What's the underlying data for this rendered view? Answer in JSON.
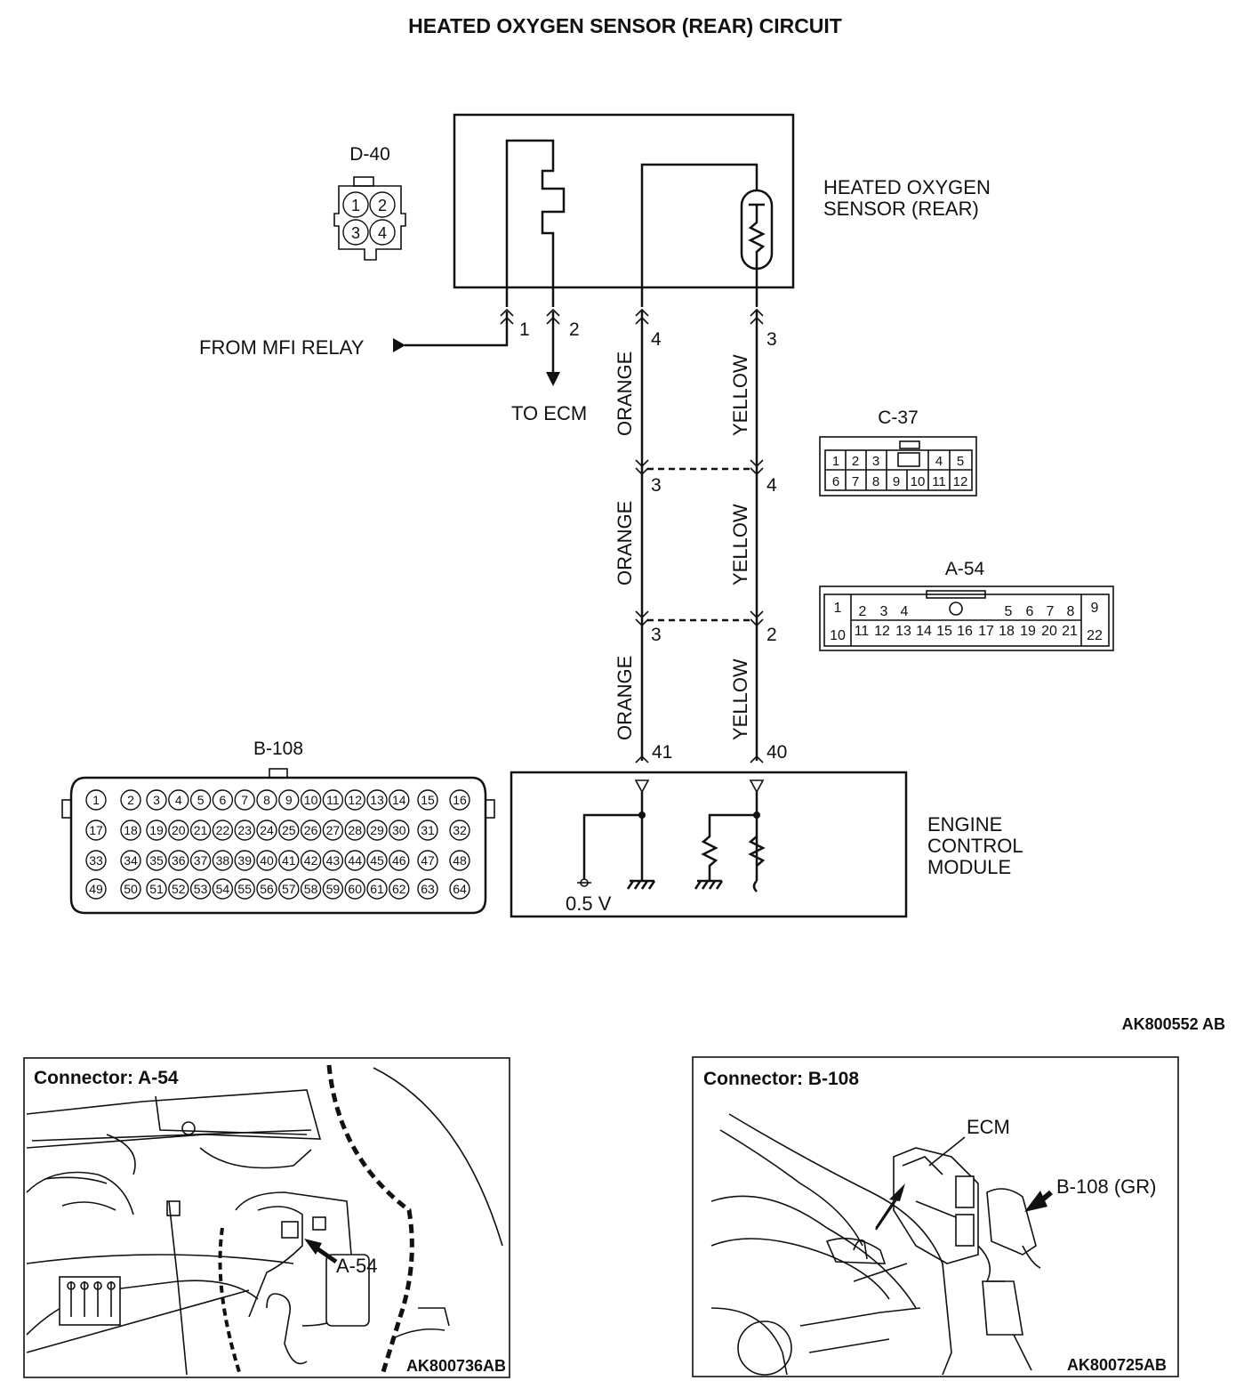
{
  "title": "HEATED OXYGEN SENSOR (REAR) CIRCUIT",
  "diagram_code": "AK800552 AB",
  "sensor": {
    "connector_id": "D-40",
    "pins": [
      "1",
      "2",
      "3",
      "4"
    ],
    "label_line1": "HEATED OXYGEN",
    "label_line2": "SENSOR (REAR)"
  },
  "wires": {
    "from_mfi": "FROM MFI RELAY",
    "to_ecm": "TO ECM",
    "sensor_pin1": "1",
    "sensor_pin2": "2",
    "sensor_pin4": "4",
    "sensor_pin3": "3",
    "mid1_left": "3",
    "mid1_right": "4",
    "mid2_left": "3",
    "mid2_right": "2",
    "ecm_left": "41",
    "ecm_right": "40",
    "color_left": "ORANGE",
    "color_right": "YELLOW"
  },
  "c37": {
    "id": "C-37",
    "row1": [
      "1",
      "2",
      "3",
      "4",
      "5"
    ],
    "row2": [
      "6",
      "7",
      "8",
      "9",
      "10",
      "11",
      "12"
    ]
  },
  "a54": {
    "id": "A-54",
    "row1": [
      "1",
      "2",
      "3",
      "4",
      "5",
      "6",
      "7",
      "8",
      "9"
    ],
    "row2": [
      "10",
      "11",
      "12",
      "13",
      "14",
      "15",
      "16",
      "17",
      "18",
      "19",
      "20",
      "21",
      "22"
    ]
  },
  "b108": {
    "id": "B-108",
    "pins": [
      "1",
      "2",
      "3",
      "4",
      "5",
      "6",
      "7",
      "8",
      "9",
      "10",
      "11",
      "12",
      "13",
      "14",
      "15",
      "16",
      "17",
      "18",
      "19",
      "20",
      "21",
      "22",
      "23",
      "24",
      "25",
      "26",
      "27",
      "28",
      "29",
      "30",
      "31",
      "32",
      "33",
      "34",
      "35",
      "36",
      "37",
      "38",
      "39",
      "40",
      "41",
      "42",
      "43",
      "44",
      "45",
      "46",
      "47",
      "48",
      "49",
      "50",
      "51",
      "52",
      "53",
      "54",
      "55",
      "56",
      "57",
      "58",
      "59",
      "60",
      "61",
      "62",
      "63",
      "64"
    ]
  },
  "ecm": {
    "label_line1": "ENGINE",
    "label_line2": "CONTROL",
    "label_line3": "MODULE",
    "voltage": "0.5 V"
  },
  "panel_a54": {
    "title": "Connector: A-54",
    "callout": "A-54",
    "code": "AK800736AB"
  },
  "panel_b108": {
    "title": "Connector: B-108",
    "callout_ecm": "ECM",
    "callout_conn": "B-108 (GR)",
    "code": "AK800725AB"
  }
}
